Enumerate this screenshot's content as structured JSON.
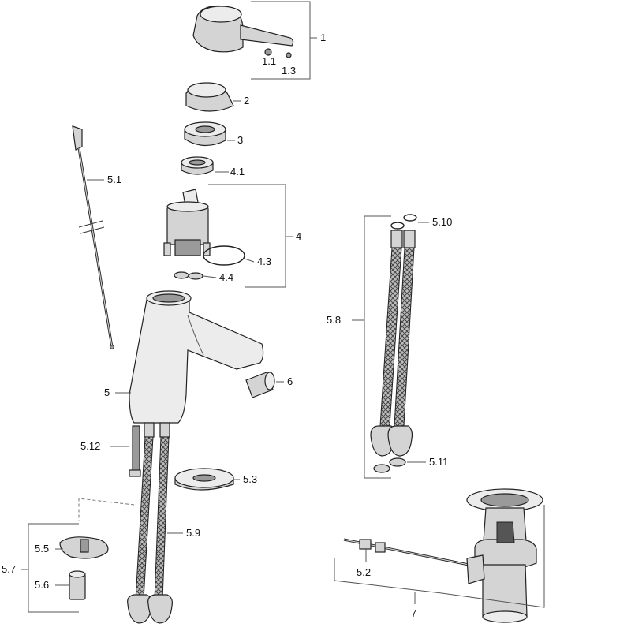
{
  "labels": {
    "l1": "1",
    "l1_1": "1.1",
    "l1_3": "1.3",
    "l2": "2",
    "l3": "3",
    "l4_1": "4.1",
    "l4": "4",
    "l4_3": "4.3",
    "l4_4": "4.4",
    "l5_1": "5.1",
    "l5": "5",
    "l6": "6",
    "l5_12": "5.12",
    "l5_3": "5.3",
    "l5_9": "5.9",
    "l5_5": "5.5",
    "l5_6": "5.6",
    "l5_7": "5.7",
    "l5_10": "5.10",
    "l5_8": "5.8",
    "l5_11": "5.11",
    "l5_2": "5.2",
    "l7": "7"
  }
}
